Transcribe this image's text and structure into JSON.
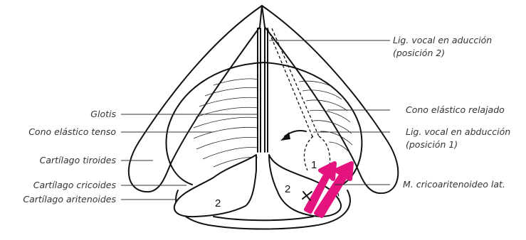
{
  "labels": {
    "lig_vocal_aduccion": "Lig. vocal en aducción",
    "lig_vocal_aduccion_pos": "(posición 2)",
    "cono_elastico_relajado": "Cono elástico relajado",
    "lig_vocal_abduccion": "Lig. vocal en abducción",
    "lig_vocal_abduccion_pos": "(posición 1)",
    "cricoaritenoideo_lat": "M. cricoaritenoideo lat.",
    "glotis": "Glotis",
    "cono_elastico_tenso": "Cono elástico tenso",
    "cartilago_tiroides": "Cartílago tiroides",
    "cartilago_cricoides": "Cartílago cricoides",
    "cartilago_aritenoides": "Cartílago aritenoides"
  },
  "numbers": {
    "left_arytenoid": "2",
    "right_arytenoid_adducted": "2",
    "right_arytenoid_abducted": "1"
  },
  "colors": {
    "muscle_arrow": "#e5137e",
    "outline": "#111111"
  }
}
